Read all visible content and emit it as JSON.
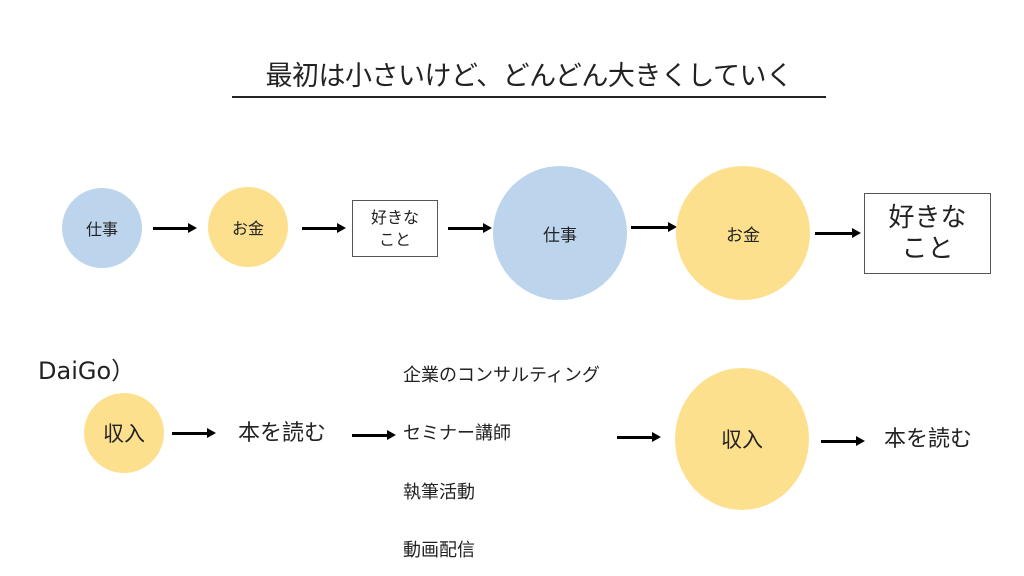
{
  "title": "最初は小さいけど、どんどん大きくしていく",
  "colors": {
    "work": "#bcd4ec",
    "money": "#fde08e",
    "arrow": "#000000"
  },
  "flow_small": {
    "work": "仕事",
    "money": "お金",
    "favorite": {
      "line1": "好きな",
      "line2": "こと"
    }
  },
  "flow_large": {
    "work": "仕事",
    "money": "お金",
    "favorite": {
      "line1": "好きな",
      "line2": "こと"
    }
  },
  "example": {
    "label": "DaiGo）",
    "income": "収入",
    "read_books": "本を読む",
    "activities": [
      "企業のコンサルティング",
      "セミナー講師",
      "執筆活動",
      "動画配信"
    ],
    "income_large": "収入",
    "read_books_large": "本を読む"
  },
  "icons": {
    "arrow": "right-arrow-icon"
  }
}
